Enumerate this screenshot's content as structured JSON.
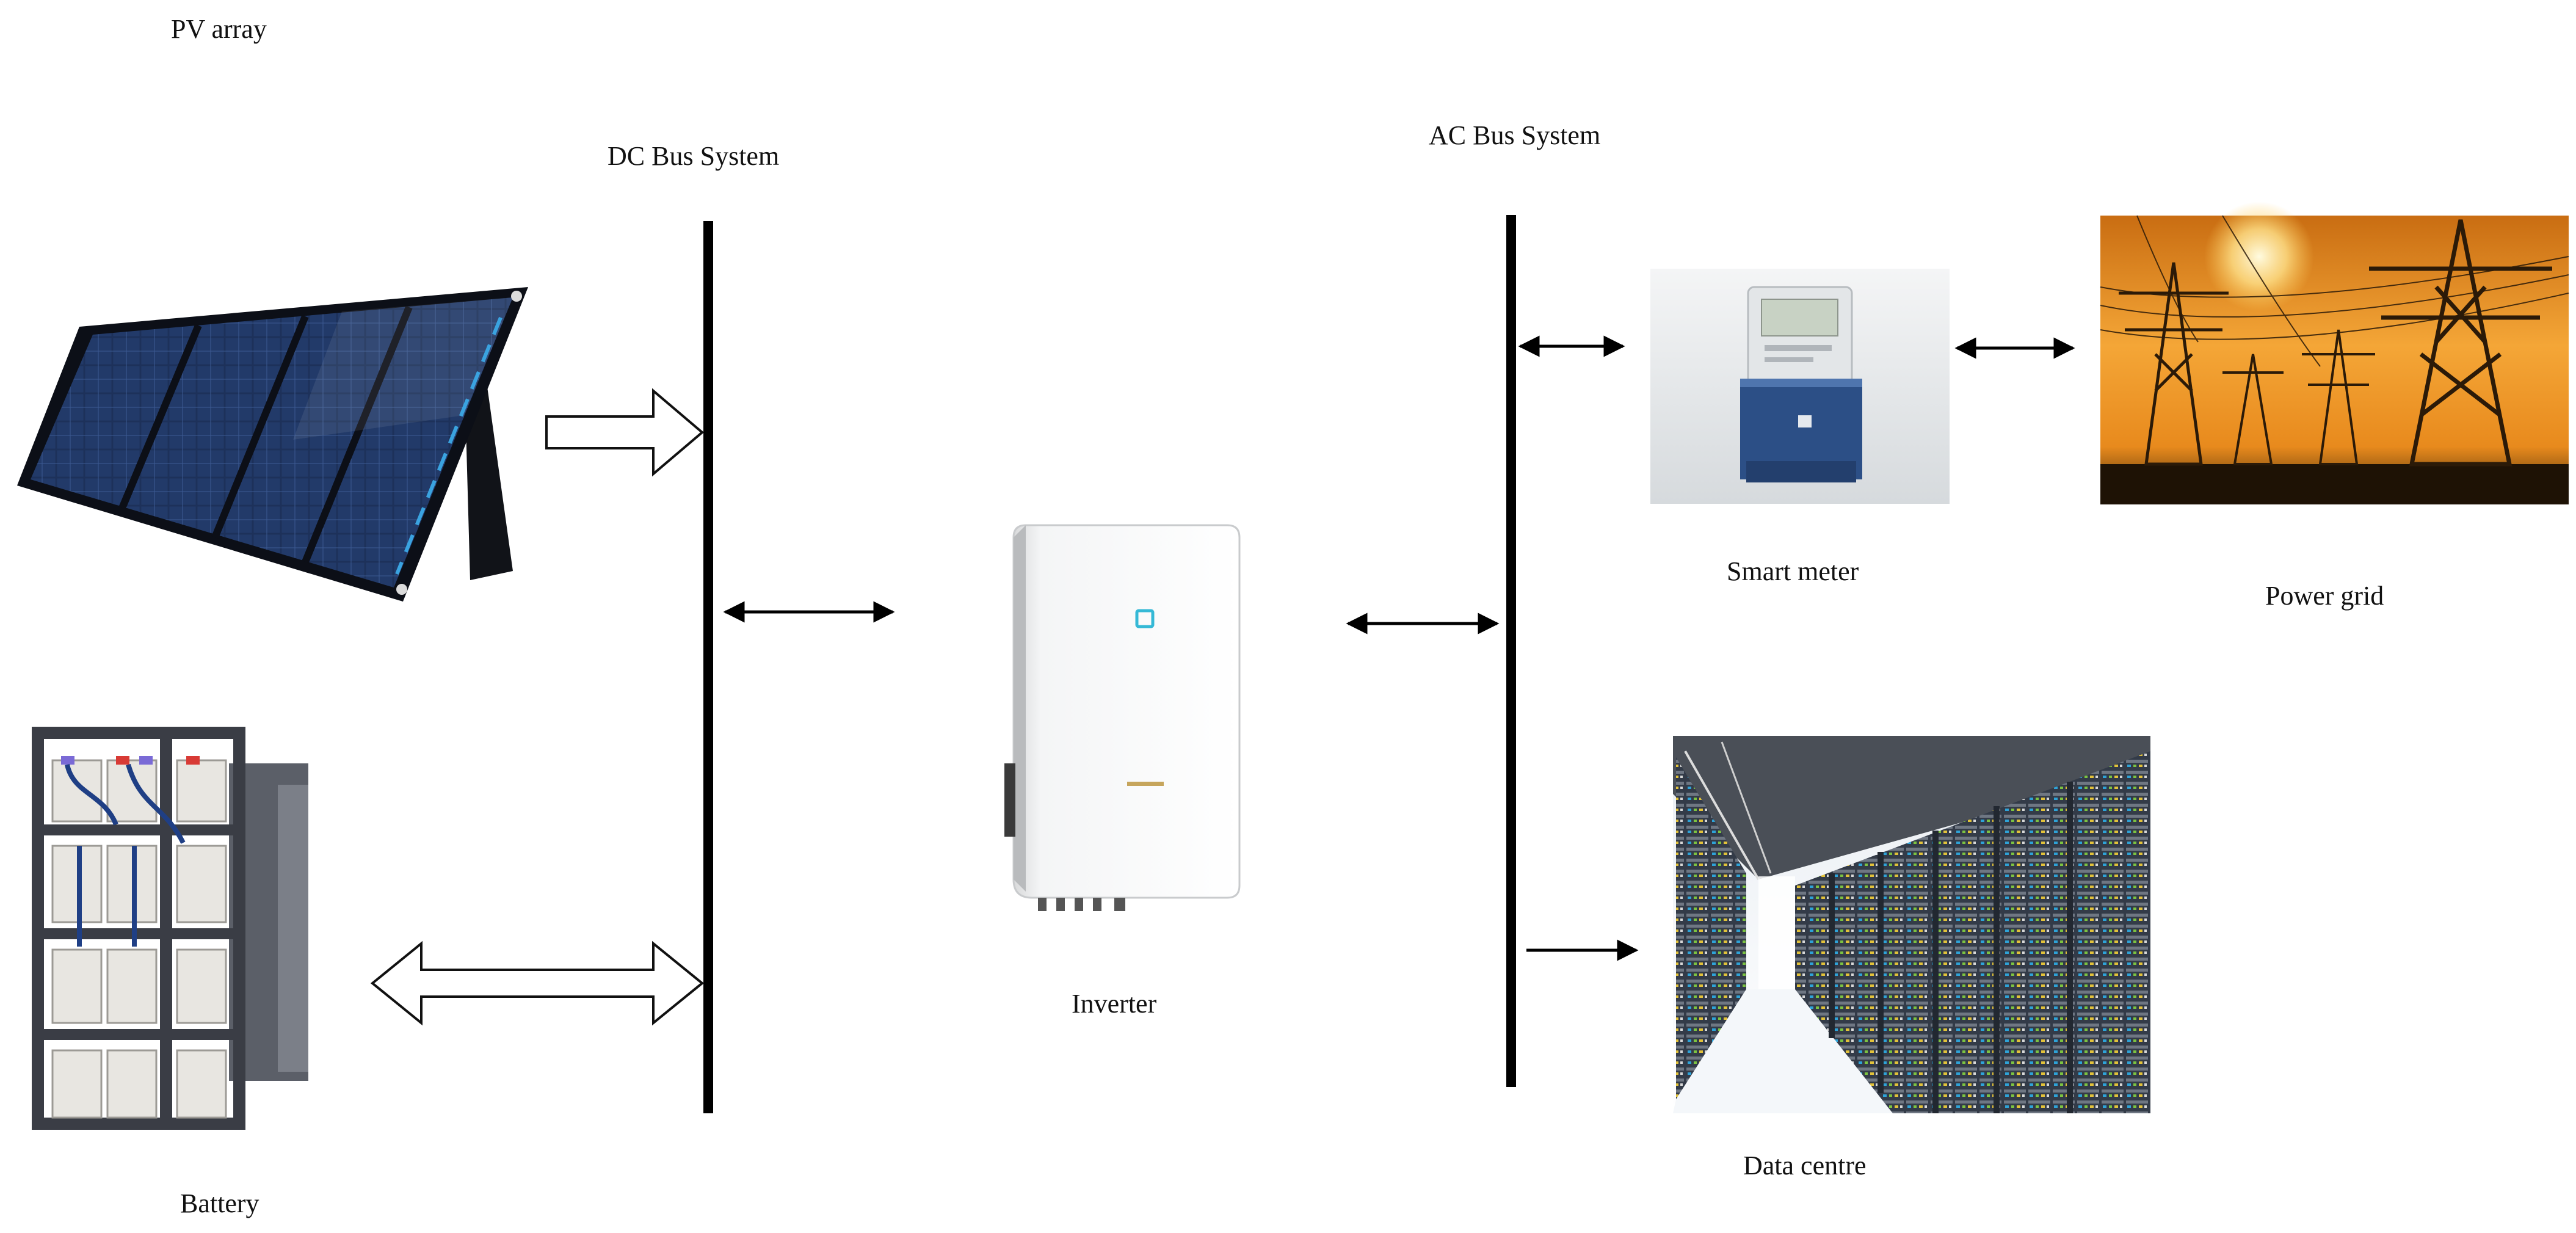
{
  "labels": {
    "pv_array": "PV array",
    "dc_bus": "DC Bus System",
    "ac_bus": "AC Bus System",
    "smart_meter": "Smart meter",
    "power_grid": "Power grid",
    "inverter": "Inverter",
    "data_centre": "Data centre",
    "battery": "Battery"
  },
  "colors": {
    "bus_line": "#000000",
    "solar_cell": "#1a2c52",
    "solar_frame": "#0c0f17",
    "inverter_body": "#f2f3f4",
    "inverter_led": "#35b9d6",
    "meter_body": "#dfe3e6",
    "meter_blue": "#2c4f86",
    "sky_orange": "#f2a23a",
    "tower_dark": "#2b1a08",
    "battery_rack": "#3a3d45",
    "battery_cell": "#e6e4df",
    "server_rack": "#2d3440"
  }
}
